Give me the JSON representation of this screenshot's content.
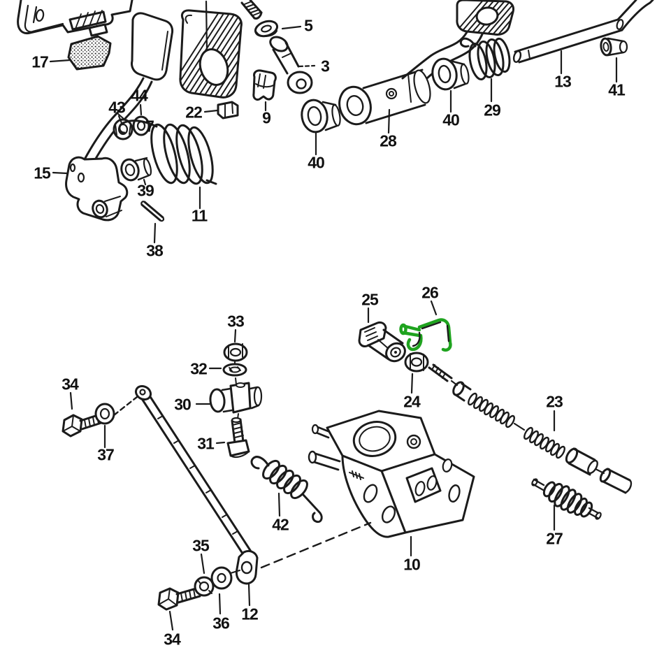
{
  "diagram": {
    "type": "exploded-parts-diagram",
    "background_color": "#ffffff",
    "ink_color": "#1b1b1b",
    "highlighted_part_number": "26",
    "highlight_color": "#1fa31f"
  },
  "labels": {
    "p17": "17",
    "p5": "5",
    "p3": "3",
    "p9": "9",
    "p22": "22",
    "p43": "43",
    "p44": "44",
    "p7": "7",
    "p15": "15",
    "p39": "39",
    "p38": "38",
    "p11": "11",
    "p28": "28",
    "p40a": "40",
    "p40b": "40",
    "p29": "29",
    "p13": "13",
    "p41": "41",
    "p33": "33",
    "p32": "32",
    "p30": "30",
    "p31": "31",
    "p34a": "34",
    "p37": "37",
    "p25": "25",
    "p26": "26",
    "p24": "24",
    "p23": "23",
    "p27": "27",
    "p10": "10",
    "p42": "42",
    "p12": "12",
    "p36": "36",
    "p35": "35",
    "p34b": "34"
  }
}
